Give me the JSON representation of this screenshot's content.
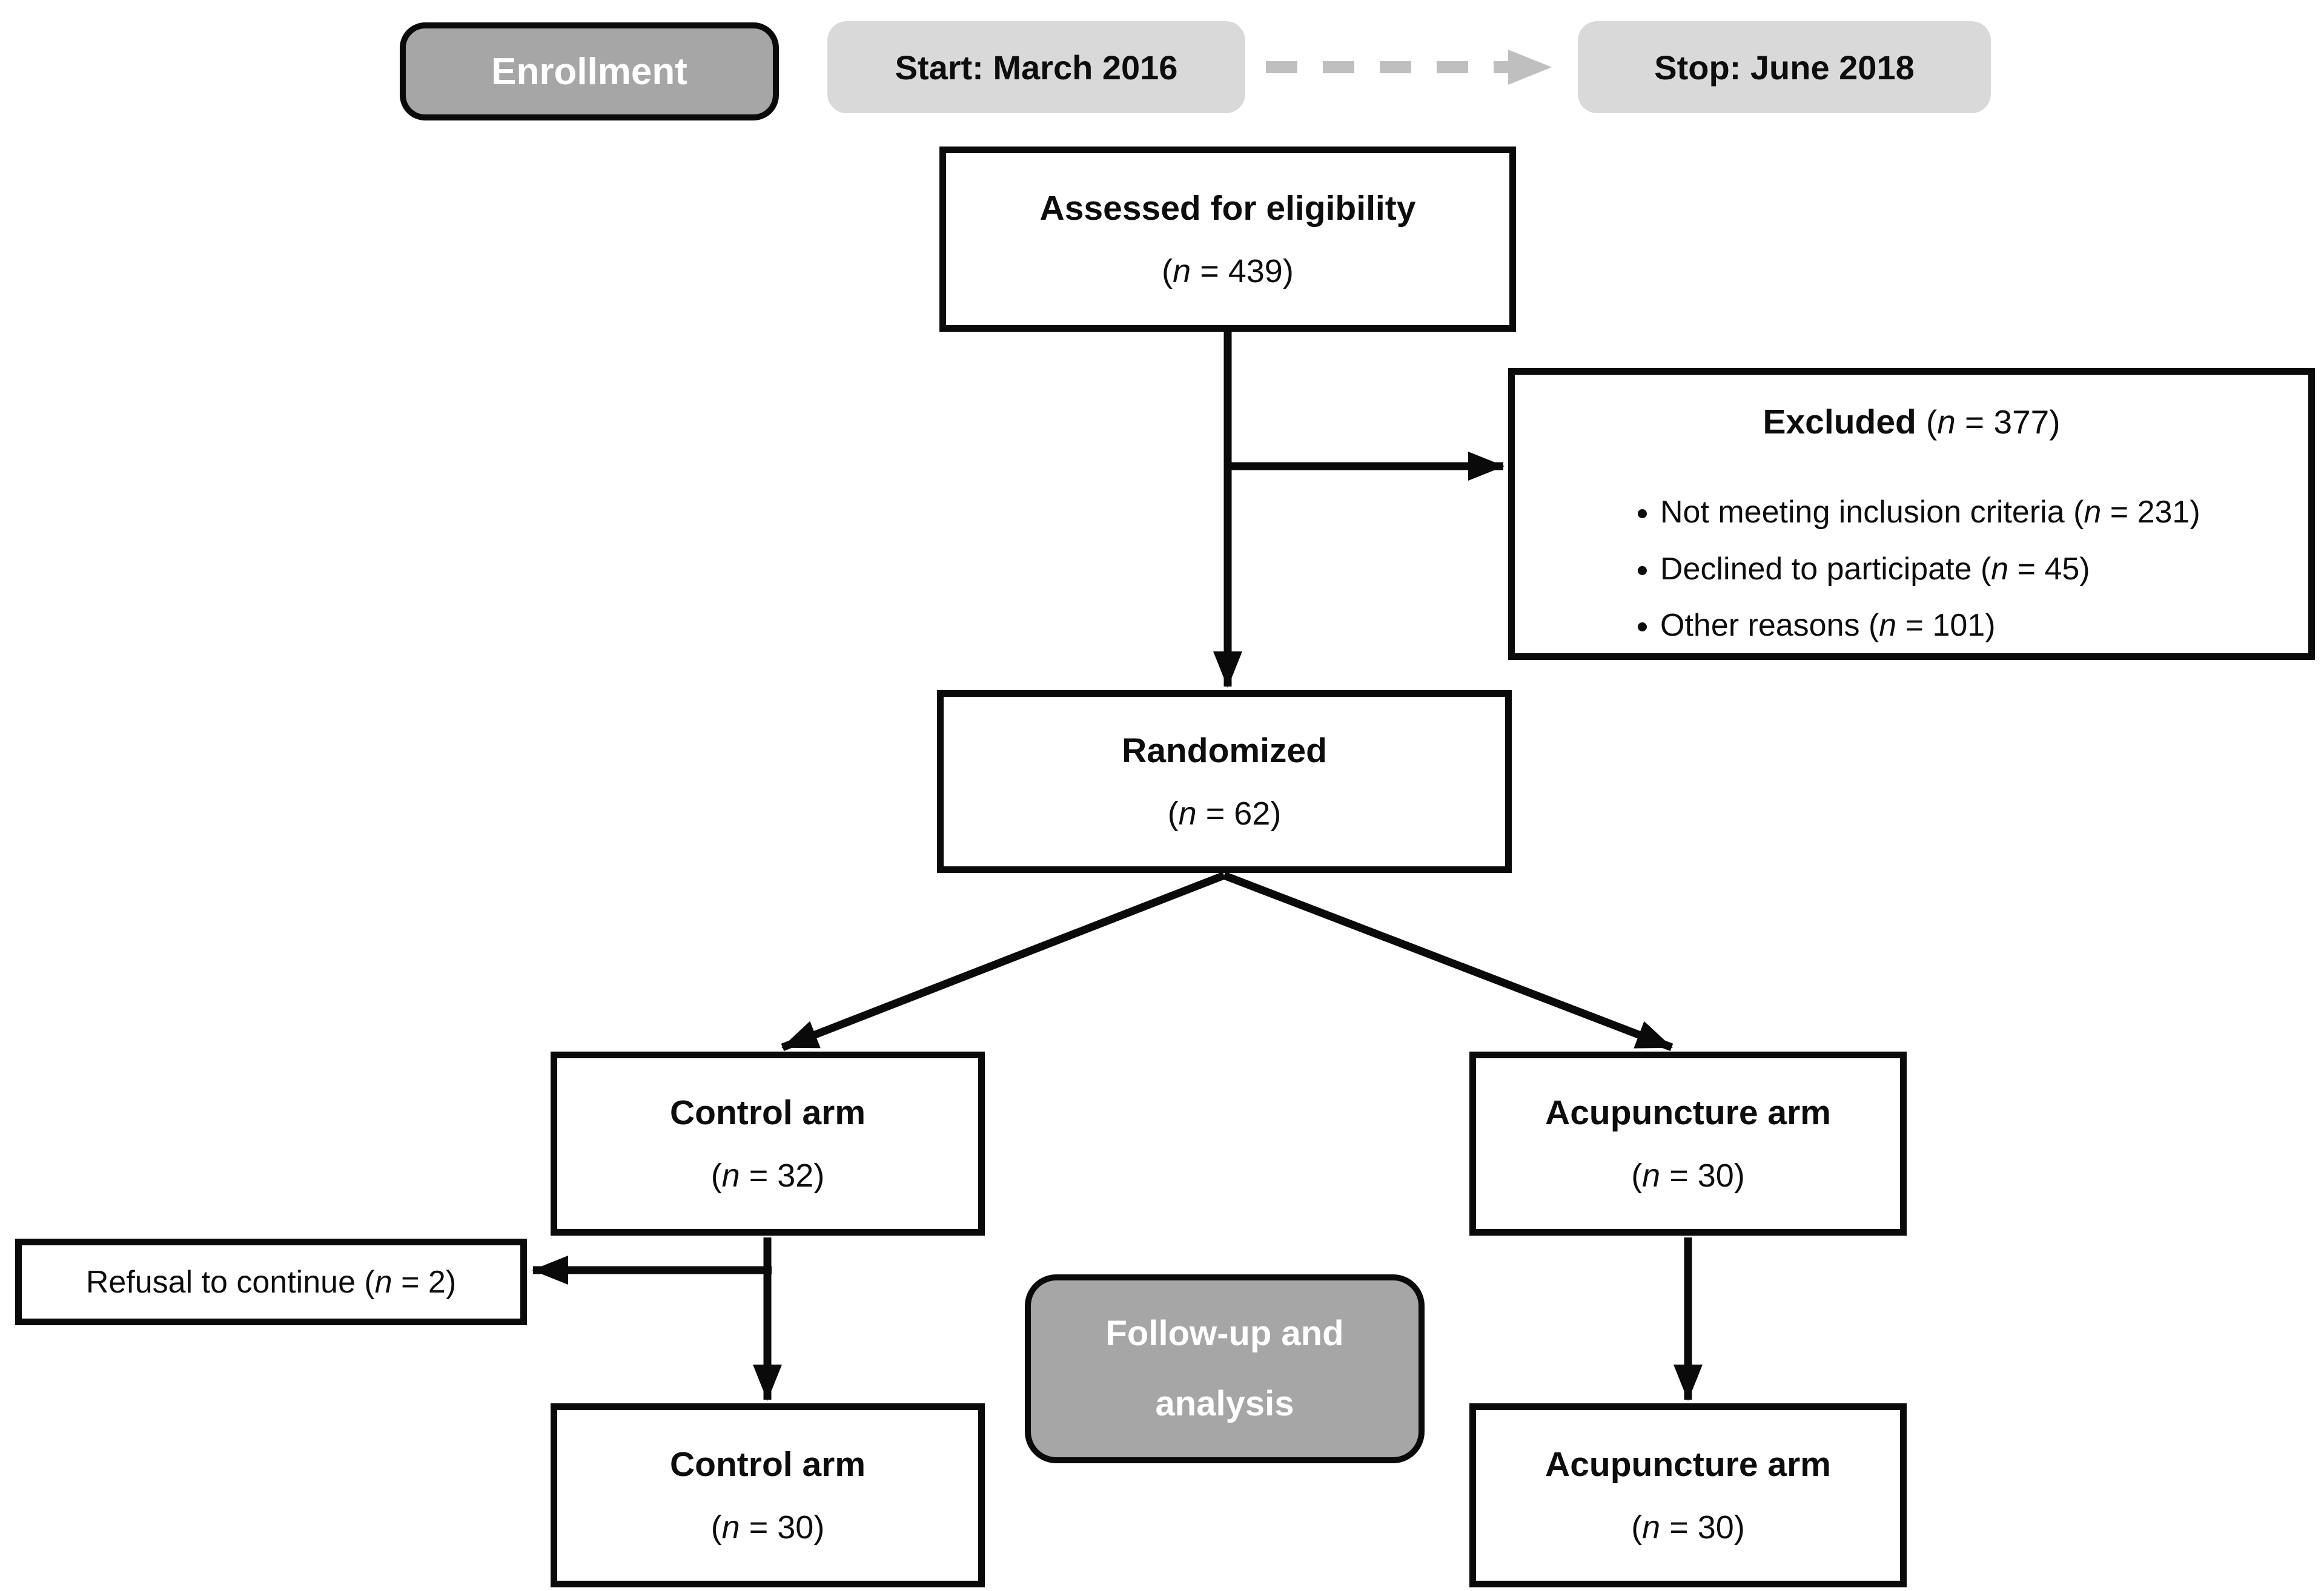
{
  "colors": {
    "phase_pill_gray": "#a6a6a6",
    "timeline_chip_gray": "#d9d9d9",
    "dashed_arrow_gray": "#bfbfbf",
    "line_black": "#0a0a0a",
    "node_background": "#ffffff"
  },
  "phases": {
    "enrollment": "Enrollment",
    "followup": {
      "line1": "Follow-up and",
      "line2": "analysis"
    }
  },
  "timeline": {
    "start": "Start: March 2016",
    "stop": "Stop: June 2018"
  },
  "nodes": {
    "assessed": {
      "title": "Assessed for eligibility",
      "count": "(n = 439)"
    },
    "excluded": {
      "title": "Excluded",
      "count": "(n = 377)",
      "bullets": [
        "Not meeting inclusion criteria (n = 231)",
        "Declined to participate  (n = 45)",
        "Other reasons (n = 101)"
      ]
    },
    "randomized": {
      "title": "Randomized",
      "count": "(n = 62)"
    },
    "control_arm": {
      "title": "Control arm",
      "count": "(n = 32)"
    },
    "acupuncture_arm": {
      "title": "Acupuncture arm",
      "count": "(n = 30)"
    },
    "refusal": {
      "text": "Refusal to continue (n = 2)"
    },
    "control_arm_final": {
      "title": "Control arm",
      "count": "(n = 30)"
    },
    "acupuncture_arm_final": {
      "title": "Acupuncture arm",
      "count": "(n = 30)"
    }
  }
}
